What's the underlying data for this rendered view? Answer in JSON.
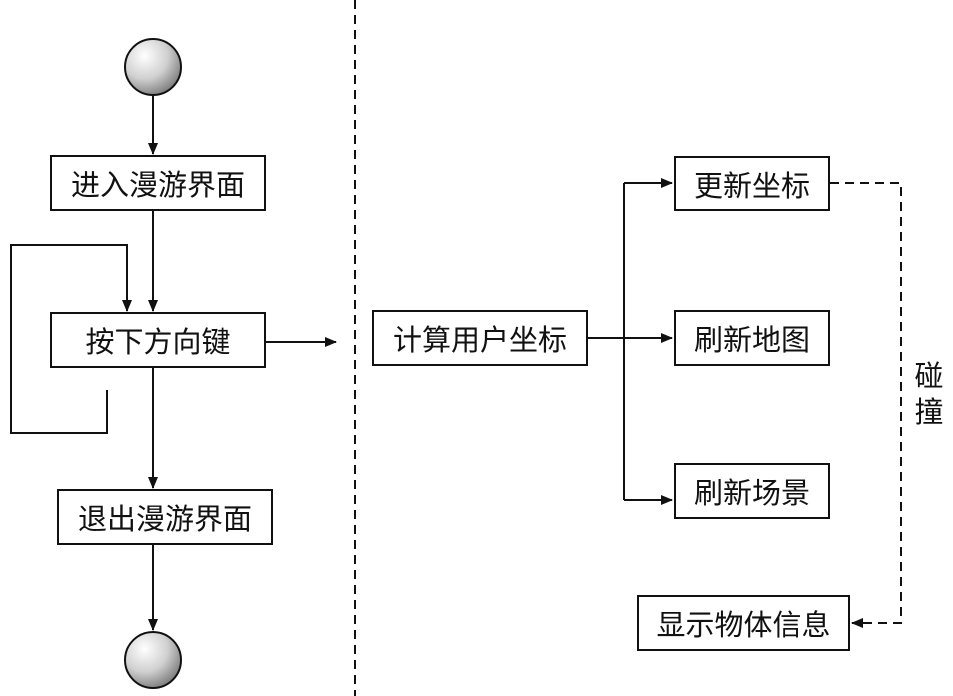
{
  "nodes": {
    "enter_roam": "进入漫游界面",
    "press_arrow": "按下方向键",
    "exit_roam": "退出漫游界面",
    "calc_coords": "计算用户坐标",
    "update_coords": "更新坐标",
    "refresh_map": "刷新地图",
    "refresh_scene": "刷新场景",
    "show_info": "显示物体信息"
  },
  "edge_labels": {
    "collision_1": "碰",
    "collision_2": "撞"
  }
}
